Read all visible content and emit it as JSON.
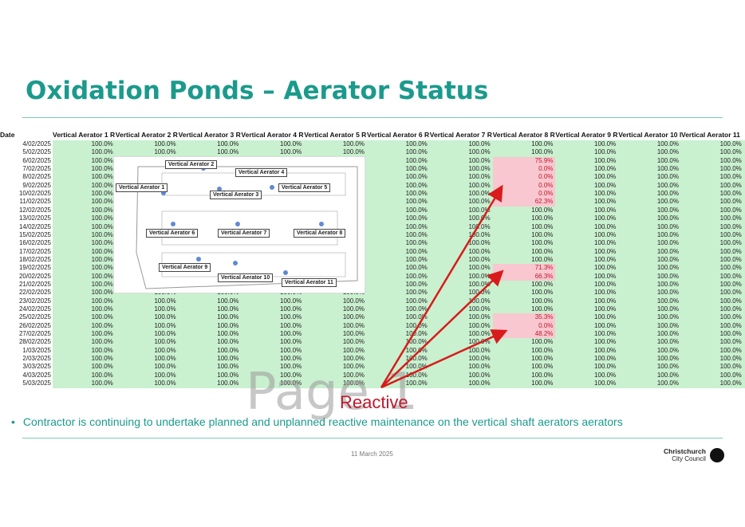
{
  "slide": {
    "title": "Oxidation Ponds – Aerator Status",
    "annotation": "Reactive",
    "watermark": "Page 1",
    "bullet": "Contractor is continuing to undertake planned and unplanned reactive maintenance on the vertical shaft aerators aerators",
    "date": "11 March 2025",
    "logo_line1": "Christchurch",
    "logo_line2": "City Council"
  },
  "table": {
    "date_header": "Date",
    "columns": [
      "Vertical Aerator 1 R",
      "Vertical Aerator 2 R",
      "Vertical Aerator 3 R",
      "Vertical Aerator 4 R",
      "Vertical Aerator 5 R",
      "Vertical Aerator 6 R",
      "Vertical Aerator 7 R",
      "Vertical Aerator 8 R",
      "Vertical Aerator 9 R",
      "Vertical Aerator 10 I",
      "Vertical Aerator 11"
    ],
    "dates": [
      "4/02/2025",
      "5/02/2025",
      "6/02/2025",
      "7/02/2025",
      "8/02/2025",
      "9/02/2025",
      "10/02/2025",
      "11/02/2025",
      "12/02/2025",
      "13/02/2025",
      "14/02/2025",
      "15/02/2025",
      "16/02/2025",
      "17/02/2025",
      "18/02/2025",
      "19/02/2025",
      "20/02/2025",
      "21/02/2025",
      "22/02/2025",
      "23/02/2025",
      "24/02/2025",
      "25/02/2025",
      "26/02/2025",
      "27/02/2025",
      "28/02/2025",
      "1/03/2025",
      "2/03/2025",
      "3/03/2025",
      "4/03/2025",
      "5/03/2025"
    ],
    "default_value": "100.0%",
    "aerator8_values": [
      "100.0%",
      "100.0%",
      "75.9%",
      "0.0%",
      "0.0%",
      "0.0%",
      "0.0%",
      "62.3%",
      "100.0%",
      "100.0%",
      "100.0%",
      "100.0%",
      "100.0%",
      "100.0%",
      "100.0%",
      "71.3%",
      "66.3%",
      "100.0%",
      "100.0%",
      "100.0%",
      "100.0%",
      "35.3%",
      "0.0%",
      "48.2%",
      "100.0%",
      "100.0%",
      "100.0%",
      "100.0%",
      "100.0%",
      "100.0%"
    ],
    "green_color": "#c9f0cf",
    "red_color": "#f8c7cf"
  },
  "map": {
    "labels": [
      "Vertical Aerator 1",
      "Vertical Aerator 2",
      "Vertical Aerator 3",
      "Vertical Aerator 4",
      "Vertical Aerator 5",
      "Vertical Aerator 6",
      "Vertical Aerator 7",
      "Vertical Aerator 8",
      "Vertical Aerator 9",
      "Vertical Aerator 10",
      "Vertical Aerator 11"
    ]
  }
}
